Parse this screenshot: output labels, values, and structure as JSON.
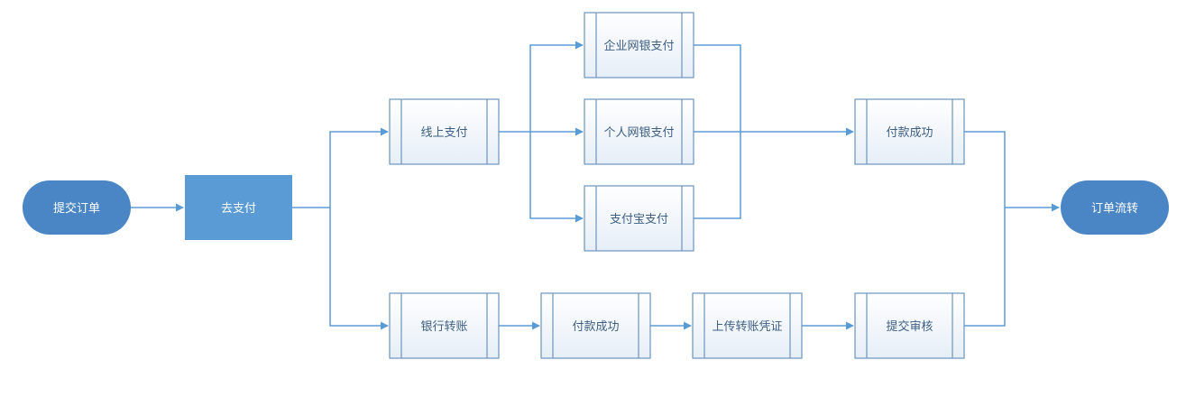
{
  "colors": {
    "line": "#5b9bd5",
    "terminal_fill": "#4a86c5",
    "process_fill": "#5b9bd5",
    "box_stroke": "#6c94be",
    "box_fill_top": "#ffffff",
    "box_fill_bottom": "#e6eef7",
    "box_text": "#3d5f84",
    "white_text": "#ffffff"
  },
  "nodes": {
    "start": "提交订单",
    "go_pay": "去支付",
    "online_pay": "线上支付",
    "enterprise_bank": "企业网银支付",
    "personal_bank": "个人网银支付",
    "alipay": "支付宝支付",
    "pay_success_top": "付款成功",
    "bank_transfer": "银行转账",
    "pay_success_bottom": "付款成功",
    "upload_voucher": "上传转账凭证",
    "submit_review": "提交审核",
    "end": "订单流转"
  }
}
